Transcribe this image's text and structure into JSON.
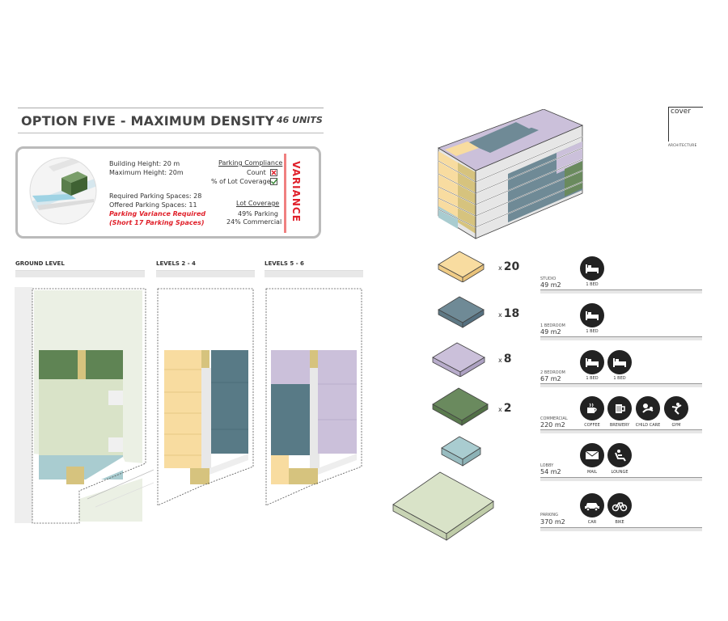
{
  "header": {
    "title": "OPTION FIVE - MAXIMUM DENSITY",
    "units": "46 UNITS"
  },
  "info": {
    "building_height": "Building Height: 20 m",
    "maximum_height": "Maximum Height: 20m",
    "required_parking": "Required Parking Spaces: 28",
    "offered_parking": "Offered Parking Spaces: 11",
    "variance_required": "Parking Variance Required",
    "short_spaces": "(Short 17 Parking Spaces)",
    "compliance_title": "Parking Compliance",
    "count_label": "Count",
    "lot_coverage_check": "% of Lot Coverage",
    "lot_coverage_title": "Lot Coverage",
    "parking_pct": "49% Parking",
    "commercial_pct": "24% Commercial",
    "variance_label": "VARIANCE"
  },
  "plans": {
    "ground": "GROUND LEVEL",
    "levels_2_4": "LEVELS 2 - 4",
    "levels_5_6": "LEVELS 5 - 6"
  },
  "brand": {
    "name": "cover",
    "sub": "ARCHITECTURE"
  },
  "legend": [
    {
      "color": "#f8dca0",
      "count": "20",
      "name": "STUDIO",
      "area": "49 m2",
      "icons": [
        {
          "icon": "bed-icon",
          "label": "1 BED"
        }
      ]
    },
    {
      "color": "#6f8a96",
      "count": "18",
      "name": "1 BEDROOM",
      "area": "49 m2",
      "icons": [
        {
          "icon": "bed-icon",
          "label": "1 BED"
        }
      ]
    },
    {
      "color": "#cbc0da",
      "count": "8",
      "name": "2 BEDROOM",
      "area": "67 m2",
      "icons": [
        {
          "icon": "bed-icon",
          "label": "1 BED"
        },
        {
          "icon": "bed-icon",
          "label": "1 BED"
        }
      ]
    },
    {
      "color": "#6a8a5e",
      "count": "2",
      "name": "COMMERCIAL",
      "area": "220 m2",
      "icons": [
        {
          "icon": "coffee-icon",
          "label": "COFFEE"
        },
        {
          "icon": "beer-icon",
          "label": "BREWERY"
        },
        {
          "icon": "child-care-icon",
          "label": "CHILD CARE"
        },
        {
          "icon": "gym-icon",
          "label": "GYM"
        }
      ]
    },
    {
      "color": "#a9ccd0",
      "count": "",
      "name": "LOBBY",
      "area": "54 m2",
      "icons": [
        {
          "icon": "mail-icon",
          "label": "MAIL"
        },
        {
          "icon": "lounge-icon",
          "label": "LOUNGE"
        }
      ]
    },
    {
      "color": "#d9e3c8",
      "count": "",
      "name": "PARKING",
      "area": "370 m2",
      "icons": [
        {
          "icon": "car-icon",
          "label": "CAR"
        },
        {
          "icon": "bike-icon",
          "label": "BIKE"
        }
      ]
    }
  ],
  "count_prefix": "x"
}
